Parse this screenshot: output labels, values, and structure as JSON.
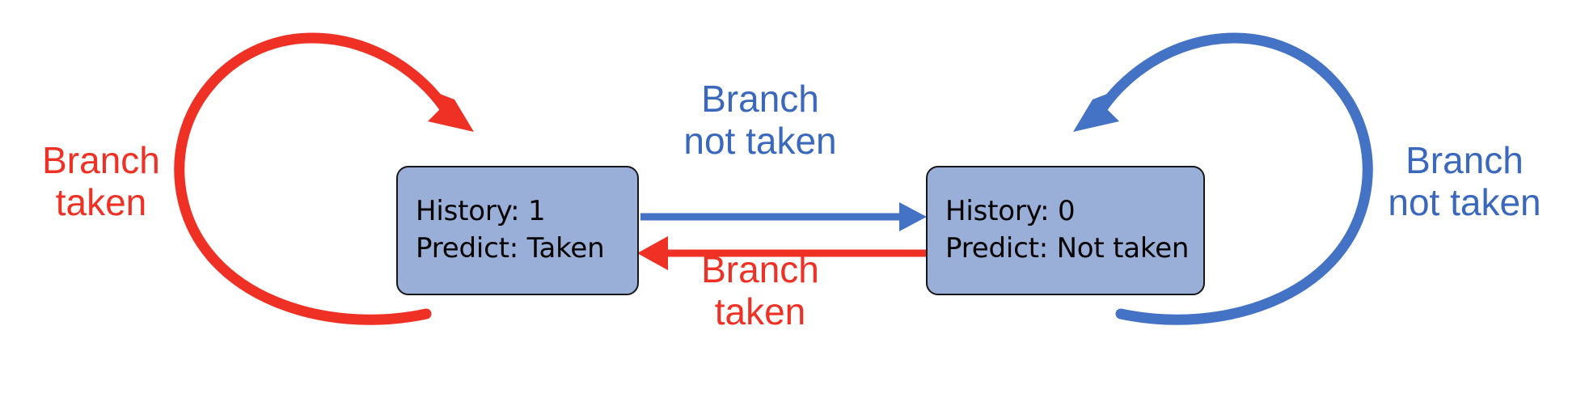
{
  "diagram": {
    "title": "Two-state branch predictor state machine",
    "type": "state-machine",
    "background_color": "#FFFFFF",
    "colors": {
      "taken_red": "#EE3124",
      "not_taken_blue": "#3A68BC",
      "state_fill": "#9AAFD8",
      "state_border": "#17171A",
      "state_text": "#000000"
    },
    "states": [
      {
        "id": "state-taken",
        "history_line": "History: 1",
        "predict_line": "Predict: Taken"
      },
      {
        "id": "state-not-taken",
        "history_line": "History: 0",
        "predict_line": "Predict: Not taken"
      }
    ],
    "transitions": [
      {
        "id": "loop-left",
        "from": "state-taken",
        "to": "state-taken",
        "color": "#EE3124",
        "label_line1": "Branch",
        "label_line2": "taken"
      },
      {
        "id": "taken-to-not-taken",
        "from": "state-taken",
        "to": "state-not-taken",
        "color": "#3A68BC",
        "label_line1": "Branch",
        "label_line2": "not taken"
      },
      {
        "id": "not-taken-to-taken",
        "from": "state-not-taken",
        "to": "state-taken",
        "color": "#EE3124",
        "label_line1": "Branch",
        "label_line2": "taken"
      },
      {
        "id": "loop-right",
        "from": "state-not-taken",
        "to": "state-not-taken",
        "color": "#3A68BC",
        "label_line1": "Branch",
        "label_line2": "not taken"
      }
    ]
  }
}
